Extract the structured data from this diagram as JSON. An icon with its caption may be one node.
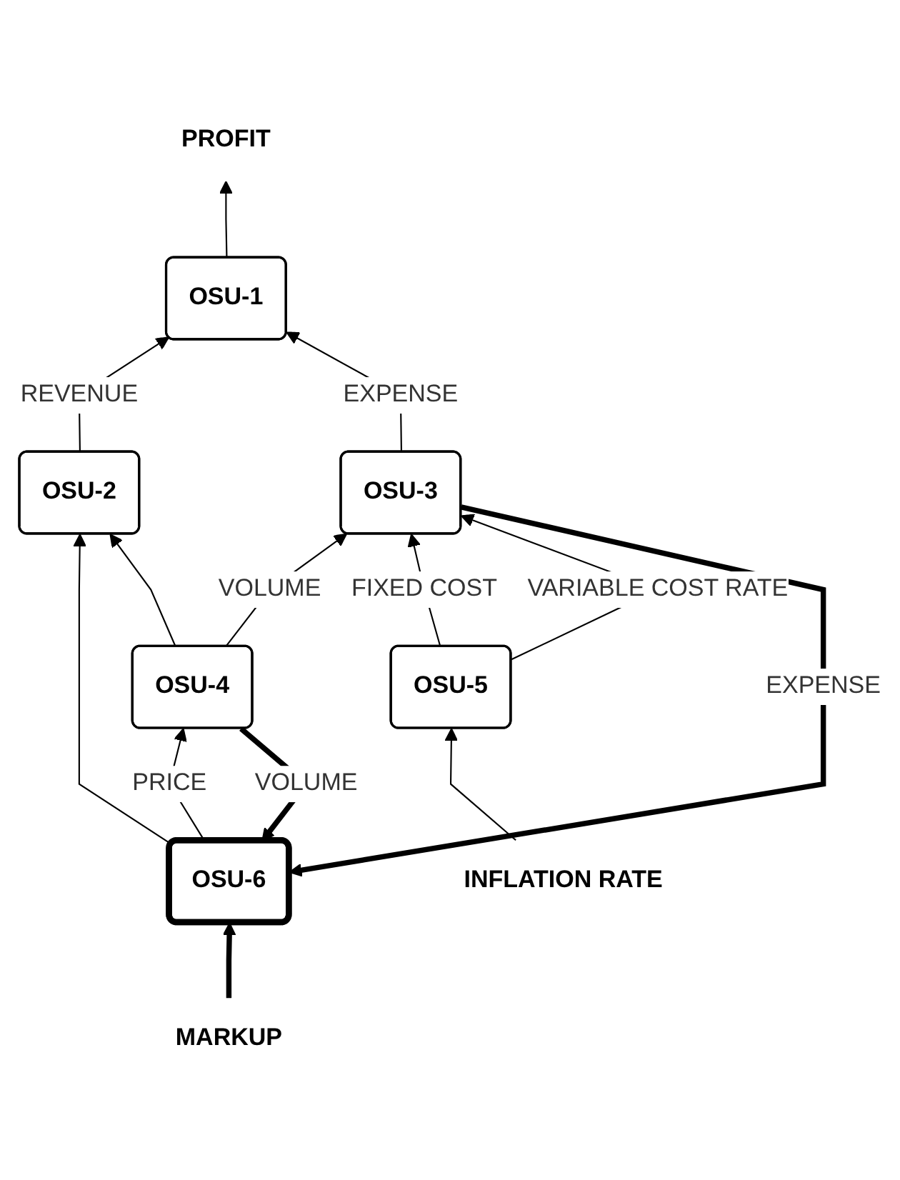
{
  "diagram": {
    "nodes": [
      {
        "text": [
          "PROFIT"
        ]
      },
      {
        "text": [
          "OSU-1"
        ]
      },
      {
        "text": [
          "OSU-2"
        ]
      },
      {
        "text": [
          "OSU-3"
        ]
      },
      {
        "text": [
          "OSU-4"
        ]
      },
      {
        "text": [
          "OSU-5"
        ]
      },
      {
        "text": [
          "OSU-6"
        ]
      },
      {
        "text": [
          "INFLATION RATE"
        ]
      },
      {
        "text": [
          "MARKUP"
        ]
      }
    ],
    "edges": [
      {
        "from": 8,
        "to": 6,
        "arrow": "to",
        "style": "thick"
      },
      {
        "from": 7,
        "to": 5,
        "arrow": "to"
      },
      {
        "from": 6,
        "to": 4,
        "arrow": "to",
        "label": "PRICE"
      },
      {
        "from": 6,
        "to": 2,
        "arrow": "to"
      },
      {
        "from": 4,
        "to": 2,
        "arrow": "to"
      },
      {
        "from": 4,
        "to": 3,
        "arrow": "to",
        "label": "VOLUME"
      },
      {
        "from": 5,
        "to": 3,
        "arrow": "to",
        "label": "FIXED COST"
      },
      {
        "from": 5,
        "to": 3,
        "arrow": "to",
        "label": "VARIABLE COST RATE"
      },
      {
        "from": 2,
        "to": 1,
        "arrow": "to",
        "label": "REVENUE"
      },
      {
        "from": 3,
        "to": 1,
        "arrow": "to",
        "label": "EXPENSE"
      },
      {
        "from": 1,
        "to": 0,
        "arrow": "to"
      },
      {
        "from": 4,
        "to": 6,
        "arrow": "to",
        "label": "VOLUME",
        "style": "thick"
      },
      {
        "from": 3,
        "to": 6,
        "arrow": "to",
        "label": "EXPENSE",
        "style": "thick"
      }
    ]
  }
}
